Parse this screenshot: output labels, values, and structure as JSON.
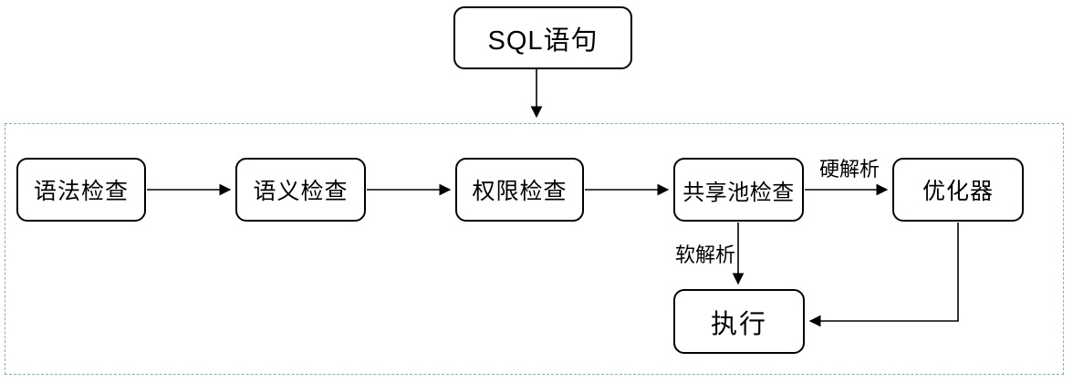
{
  "diagram": {
    "type": "flowchart",
    "description": "SQL statement execution flow inside database server",
    "colors": {
      "background": "#ffffff",
      "node_border": "#000000",
      "node_fill": "#ffffff",
      "arrow": "#000000",
      "container_border": "#7fafd6"
    },
    "nodes": {
      "sql": {
        "label": "SQL语句"
      },
      "syntax_check": {
        "label": "语法检查"
      },
      "semantic_check": {
        "label": "语义检查"
      },
      "privilege_check": {
        "label": "权限检查"
      },
      "shared_pool_check": {
        "label": "共享池检查"
      },
      "optimizer": {
        "label": "优化器"
      },
      "execute": {
        "label": "执行"
      }
    },
    "edge_labels": {
      "hard_parse": "硬解析",
      "soft_parse": "软解析"
    },
    "edges": [
      {
        "from": "sql",
        "to": "dashed_container",
        "label": ""
      },
      {
        "from": "syntax_check",
        "to": "semantic_check",
        "label": ""
      },
      {
        "from": "semantic_check",
        "to": "privilege_check",
        "label": ""
      },
      {
        "from": "privilege_check",
        "to": "shared_pool_check",
        "label": ""
      },
      {
        "from": "shared_pool_check",
        "to": "optimizer",
        "label": "硬解析"
      },
      {
        "from": "shared_pool_check",
        "to": "execute",
        "label": "软解析"
      },
      {
        "from": "optimizer",
        "to": "execute",
        "label": ""
      }
    ]
  }
}
